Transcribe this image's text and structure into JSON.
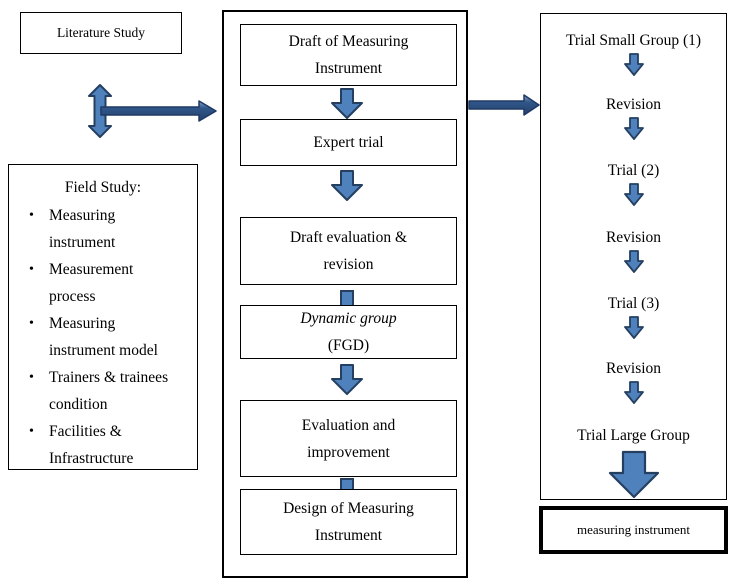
{
  "colors": {
    "arrow_fill": "#4f81bd",
    "arrow_stroke": "#243f60",
    "connector_dark": "#24426b",
    "connector_mid": "#31568a",
    "connector_light": "#8aa5c8",
    "box_border": "#000000",
    "background": "#ffffff"
  },
  "left": {
    "literature_label": "Literature Study",
    "field_study": {
      "title": "Field Study:",
      "bullet": "•",
      "items": [
        {
          "lines": [
            "Measuring",
            "instrument"
          ]
        },
        {
          "lines": [
            "Measurement",
            "process"
          ]
        },
        {
          "lines": [
            "Measuring",
            "instrument model"
          ]
        },
        {
          "lines": [
            "Trainers & trainees",
            "condition"
          ]
        },
        {
          "lines": [
            "Facilities &",
            "Infrastructure"
          ]
        }
      ]
    }
  },
  "middle": {
    "steps": [
      {
        "lines": [
          "Draft of Measuring",
          "Instrument"
        ]
      },
      {
        "lines": [
          "Expert trial"
        ]
      },
      {
        "lines": [
          "Draft evaluation &",
          "revision"
        ]
      },
      {
        "italic": "Dynamic group",
        "rest": " (FGD)"
      },
      {
        "lines": [
          "Evaluation and",
          "improvement"
        ]
      },
      {
        "lines": [
          "Design of Measuring",
          "Instrument"
        ]
      }
    ]
  },
  "right": {
    "steps": [
      "Trial Small Group (1)",
      "Revision",
      "Trial (2)",
      "Revision",
      "Trial (3)",
      "Revision",
      "Trial Large Group"
    ],
    "result_label": "measuring instrument"
  }
}
